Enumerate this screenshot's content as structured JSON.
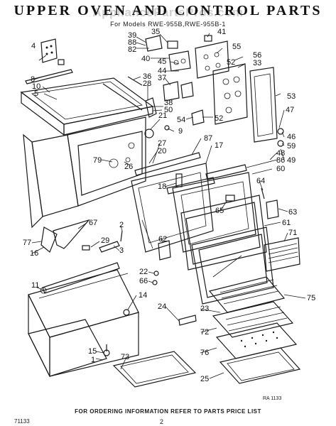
{
  "header": {
    "title": "UPPER OVEN AND CONTROL PARTS",
    "watermark": "AppliancePartsPros.com",
    "subtitle": "For Models RWE-955B,RWE-955B-1"
  },
  "callouts": [
    "39",
    "35",
    "41",
    "88",
    "82",
    "4",
    "40",
    "55",
    "56",
    "33",
    "52",
    "8",
    "36",
    "45",
    "44",
    "28",
    "37",
    "53",
    "10",
    "5",
    "38",
    "50",
    "47",
    "54",
    "52",
    "21",
    "9",
    "87",
    "46",
    "59",
    "27",
    "48",
    "86",
    "79",
    "26",
    "20",
    "17",
    "49",
    "60",
    "18",
    "64",
    "65",
    "63",
    "67",
    "61",
    "71",
    "2",
    "62",
    "77",
    "16",
    "29",
    "3",
    "22",
    "66",
    "14",
    "75",
    "11",
    "23",
    "24",
    "73",
    "72",
    "15",
    "1",
    "76",
    "25"
  ],
  "footer": {
    "ordering_note": "FOR ORDERING INFORMATION REFER TO PARTS PRICE LIST",
    "doc_id": "71133",
    "page_number": "2",
    "stamp": "RA 1133"
  }
}
